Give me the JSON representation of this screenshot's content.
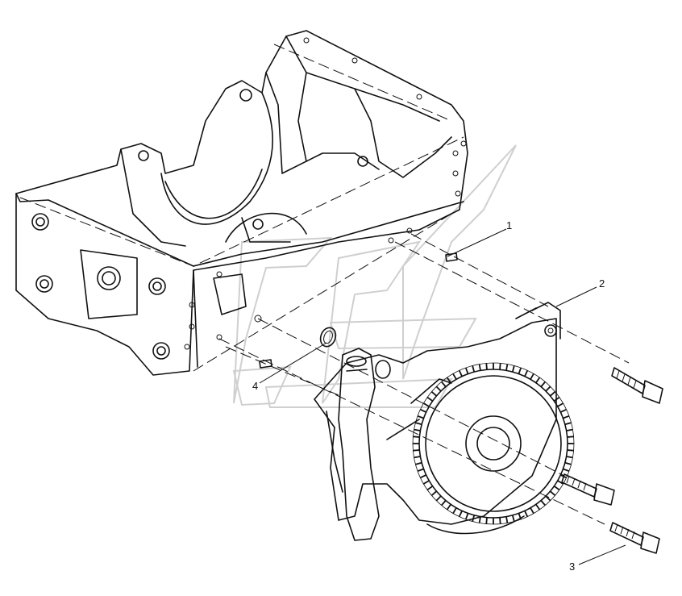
{
  "diagram": {
    "callouts": [
      {
        "id": "1",
        "label": "1"
      },
      {
        "id": "2",
        "label": "2"
      },
      {
        "id": "3",
        "label": "3"
      },
      {
        "id": "4",
        "label": "4"
      }
    ],
    "colors": {
      "ink": "#111111",
      "watermark": "#cfcfcf",
      "background": "#ffffff"
    }
  }
}
